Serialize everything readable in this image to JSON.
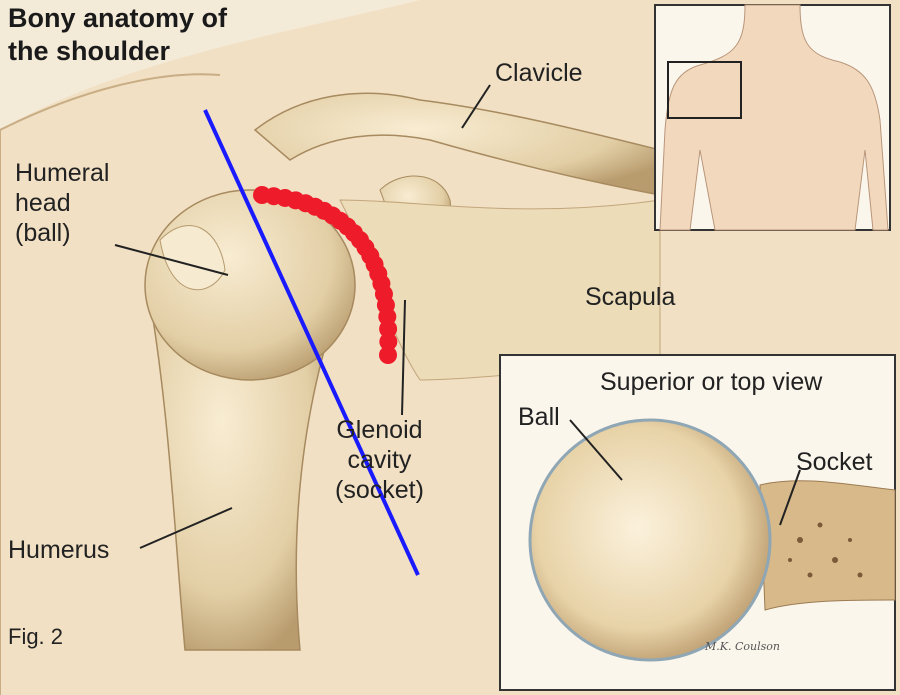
{
  "title": [
    "Bony anatomy of",
    "the shoulder"
  ],
  "labels": {
    "clavicle": "Clavicle",
    "humeral_head": [
      "Humeral",
      "head",
      "(ball)"
    ],
    "scapula": "Scapula",
    "glenoid": [
      "Glenoid",
      "cavity",
      "(socket)"
    ],
    "humerus": "Humerus",
    "fig": "Fig. 2"
  },
  "inset_top_view": {
    "title": "Superior or top view",
    "ball": "Ball",
    "socket": "Socket",
    "signature": "M.K. Coulson"
  },
  "annotations": {
    "line_color": "#1a1aff",
    "dots_color": "#ee1c2a"
  }
}
